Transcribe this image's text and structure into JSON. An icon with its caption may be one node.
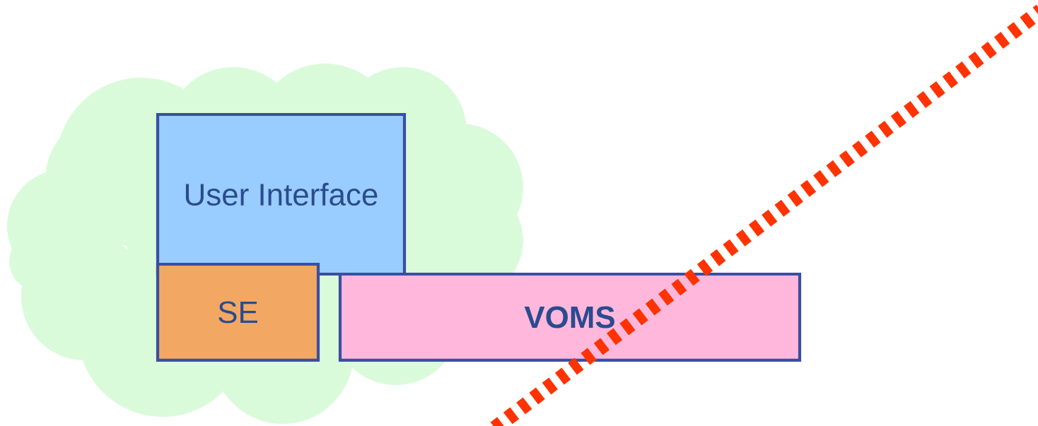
{
  "diagram": {
    "nodes": [
      {
        "text": [],
        "shape": "cloud"
      },
      {
        "text": [
          "User Interface"
        ],
        "in": 0
      },
      {
        "text": [
          "SE"
        ],
        "in": 0
      },
      {
        "text": [
          "**VOMS**"
        ]
      }
    ]
  }
}
